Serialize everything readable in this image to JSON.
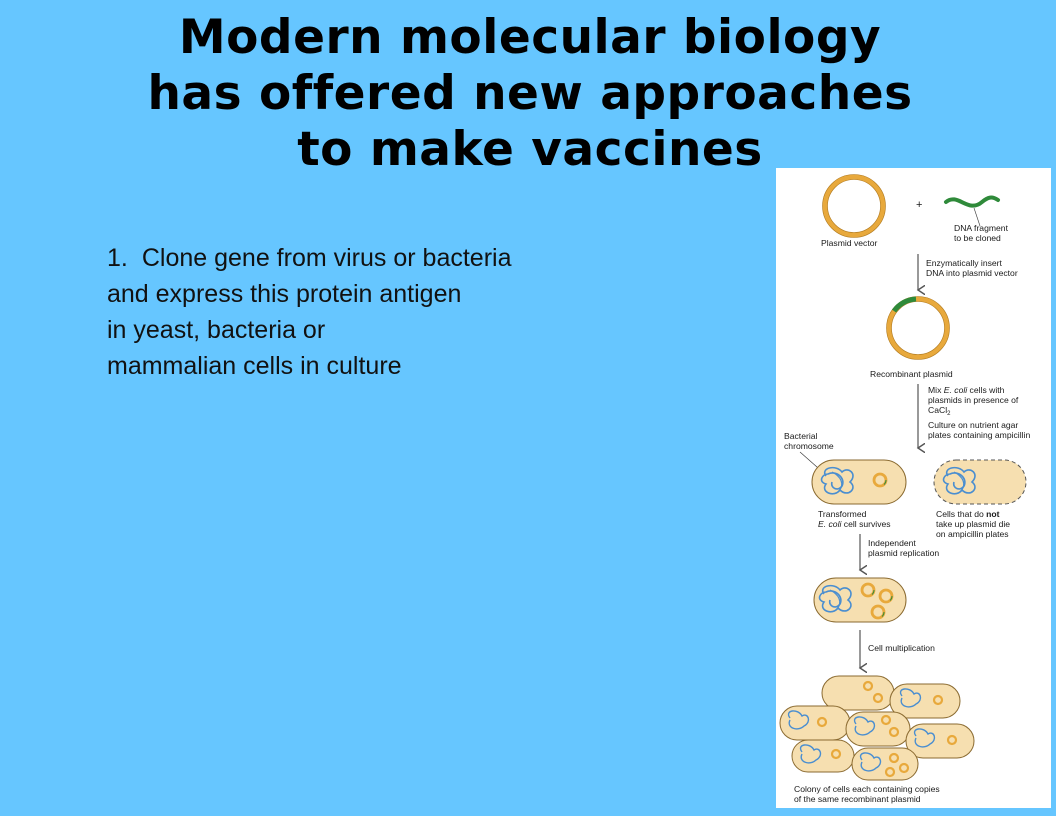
{
  "slide": {
    "title_lines": [
      "Modern molecular biology",
      "has offered new approaches",
      "to make vaccines"
    ],
    "bullet": {
      "number": "1.",
      "lines": [
        "Clone gene from virus or bacteria",
        "and express this protein antigen",
        "in yeast, bacteria or",
        "mammalian cells in culture"
      ]
    }
  },
  "figure": {
    "plus_sign": "+",
    "plasmid_vector": "Plasmid vector",
    "dna_fragment": [
      "DNA fragment",
      "to be cloned"
    ],
    "step1": [
      "Enzymatically insert",
      "DNA into plasmid vector"
    ],
    "recombinant_plasmid": "Recombinant plasmid",
    "step2_mix": {
      "line1_pre": "Mix ",
      "line1_ital": "E. coli",
      "line1_post": " cells with",
      "line2": "plasmids in presence of",
      "line3": "CaCl",
      "line3_sub": "2"
    },
    "step2_culture": [
      "Culture on nutrient agar",
      "plates containing ampicillin"
    ],
    "bacterial_chromosome": [
      "Bacterial",
      "chromosome"
    ],
    "transformed": {
      "line1": "Transformed",
      "line2_ital": "E. coli",
      "line2_post": " cell survives"
    },
    "not_taken_up": {
      "line1_pre": "Cells that do ",
      "line1_bold": "not",
      "line2": "take up plasmid die",
      "line3": "on ampicillin plates"
    },
    "step3": [
      "Independent",
      "plasmid replication"
    ],
    "step4": "Cell multiplication",
    "colony": [
      "Colony of cells each containing copies",
      "of the same recombinant plasmid"
    ],
    "colors": {
      "plasmid": "#e8a93c",
      "insert": "#2f8a3a",
      "cell_fill": "#f6dfb0",
      "chromosome": "#4a8ed0",
      "arrow": "#555555"
    }
  }
}
